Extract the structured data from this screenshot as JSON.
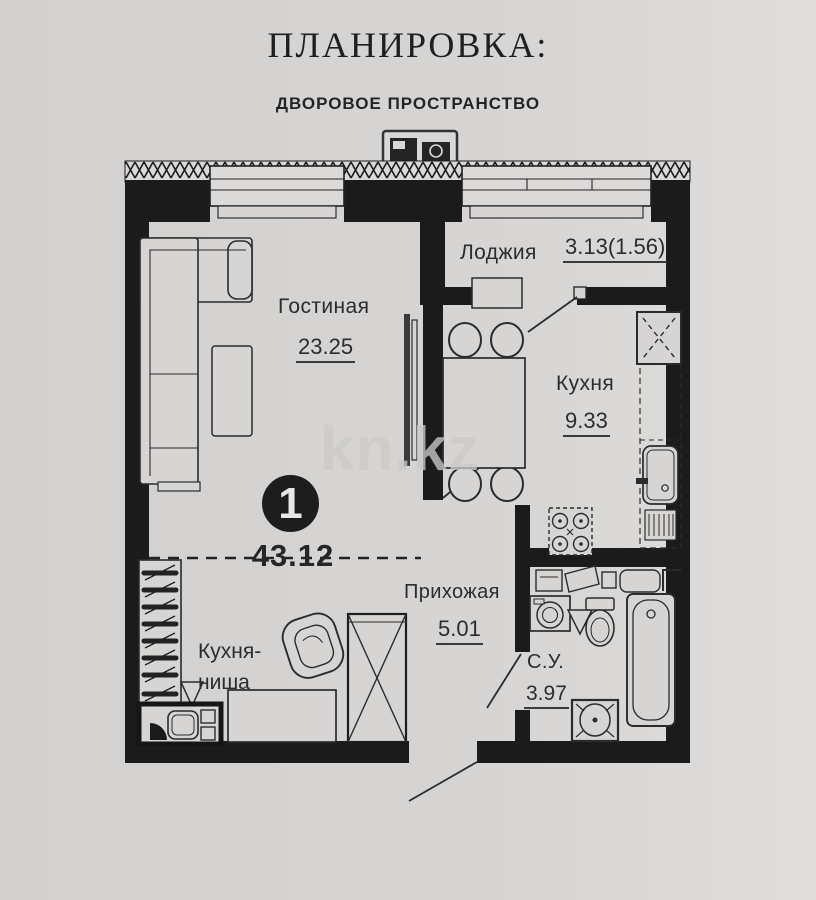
{
  "page": {
    "title": "ПЛАНИРОВКА:",
    "subtitle": "ДВОРОВОЕ ПРОСТРАНСТВО",
    "watermark": "kn.kz"
  },
  "apartment": {
    "rooms_count": "1",
    "total_area": "43.12"
  },
  "rooms": {
    "living": {
      "label": "Гостиная",
      "area": "23.25"
    },
    "loggia": {
      "label": "Лоджия",
      "area": "3.13(1.56)"
    },
    "kitchen": {
      "label": "Кухня",
      "area": "9.33"
    },
    "hallway": {
      "label": "Прихожая",
      "area": "5.01"
    },
    "bathroom": {
      "label": "С.У.",
      "area": "3.97"
    },
    "kitchen_niche": {
      "label_line1": "Кухня-",
      "label_line2": "ниша"
    }
  },
  "colors": {
    "wall": "#1b1b1b",
    "paper": "#d7d5d3",
    "ink": "#2c2c2c",
    "watermark": "#cbcac8"
  }
}
